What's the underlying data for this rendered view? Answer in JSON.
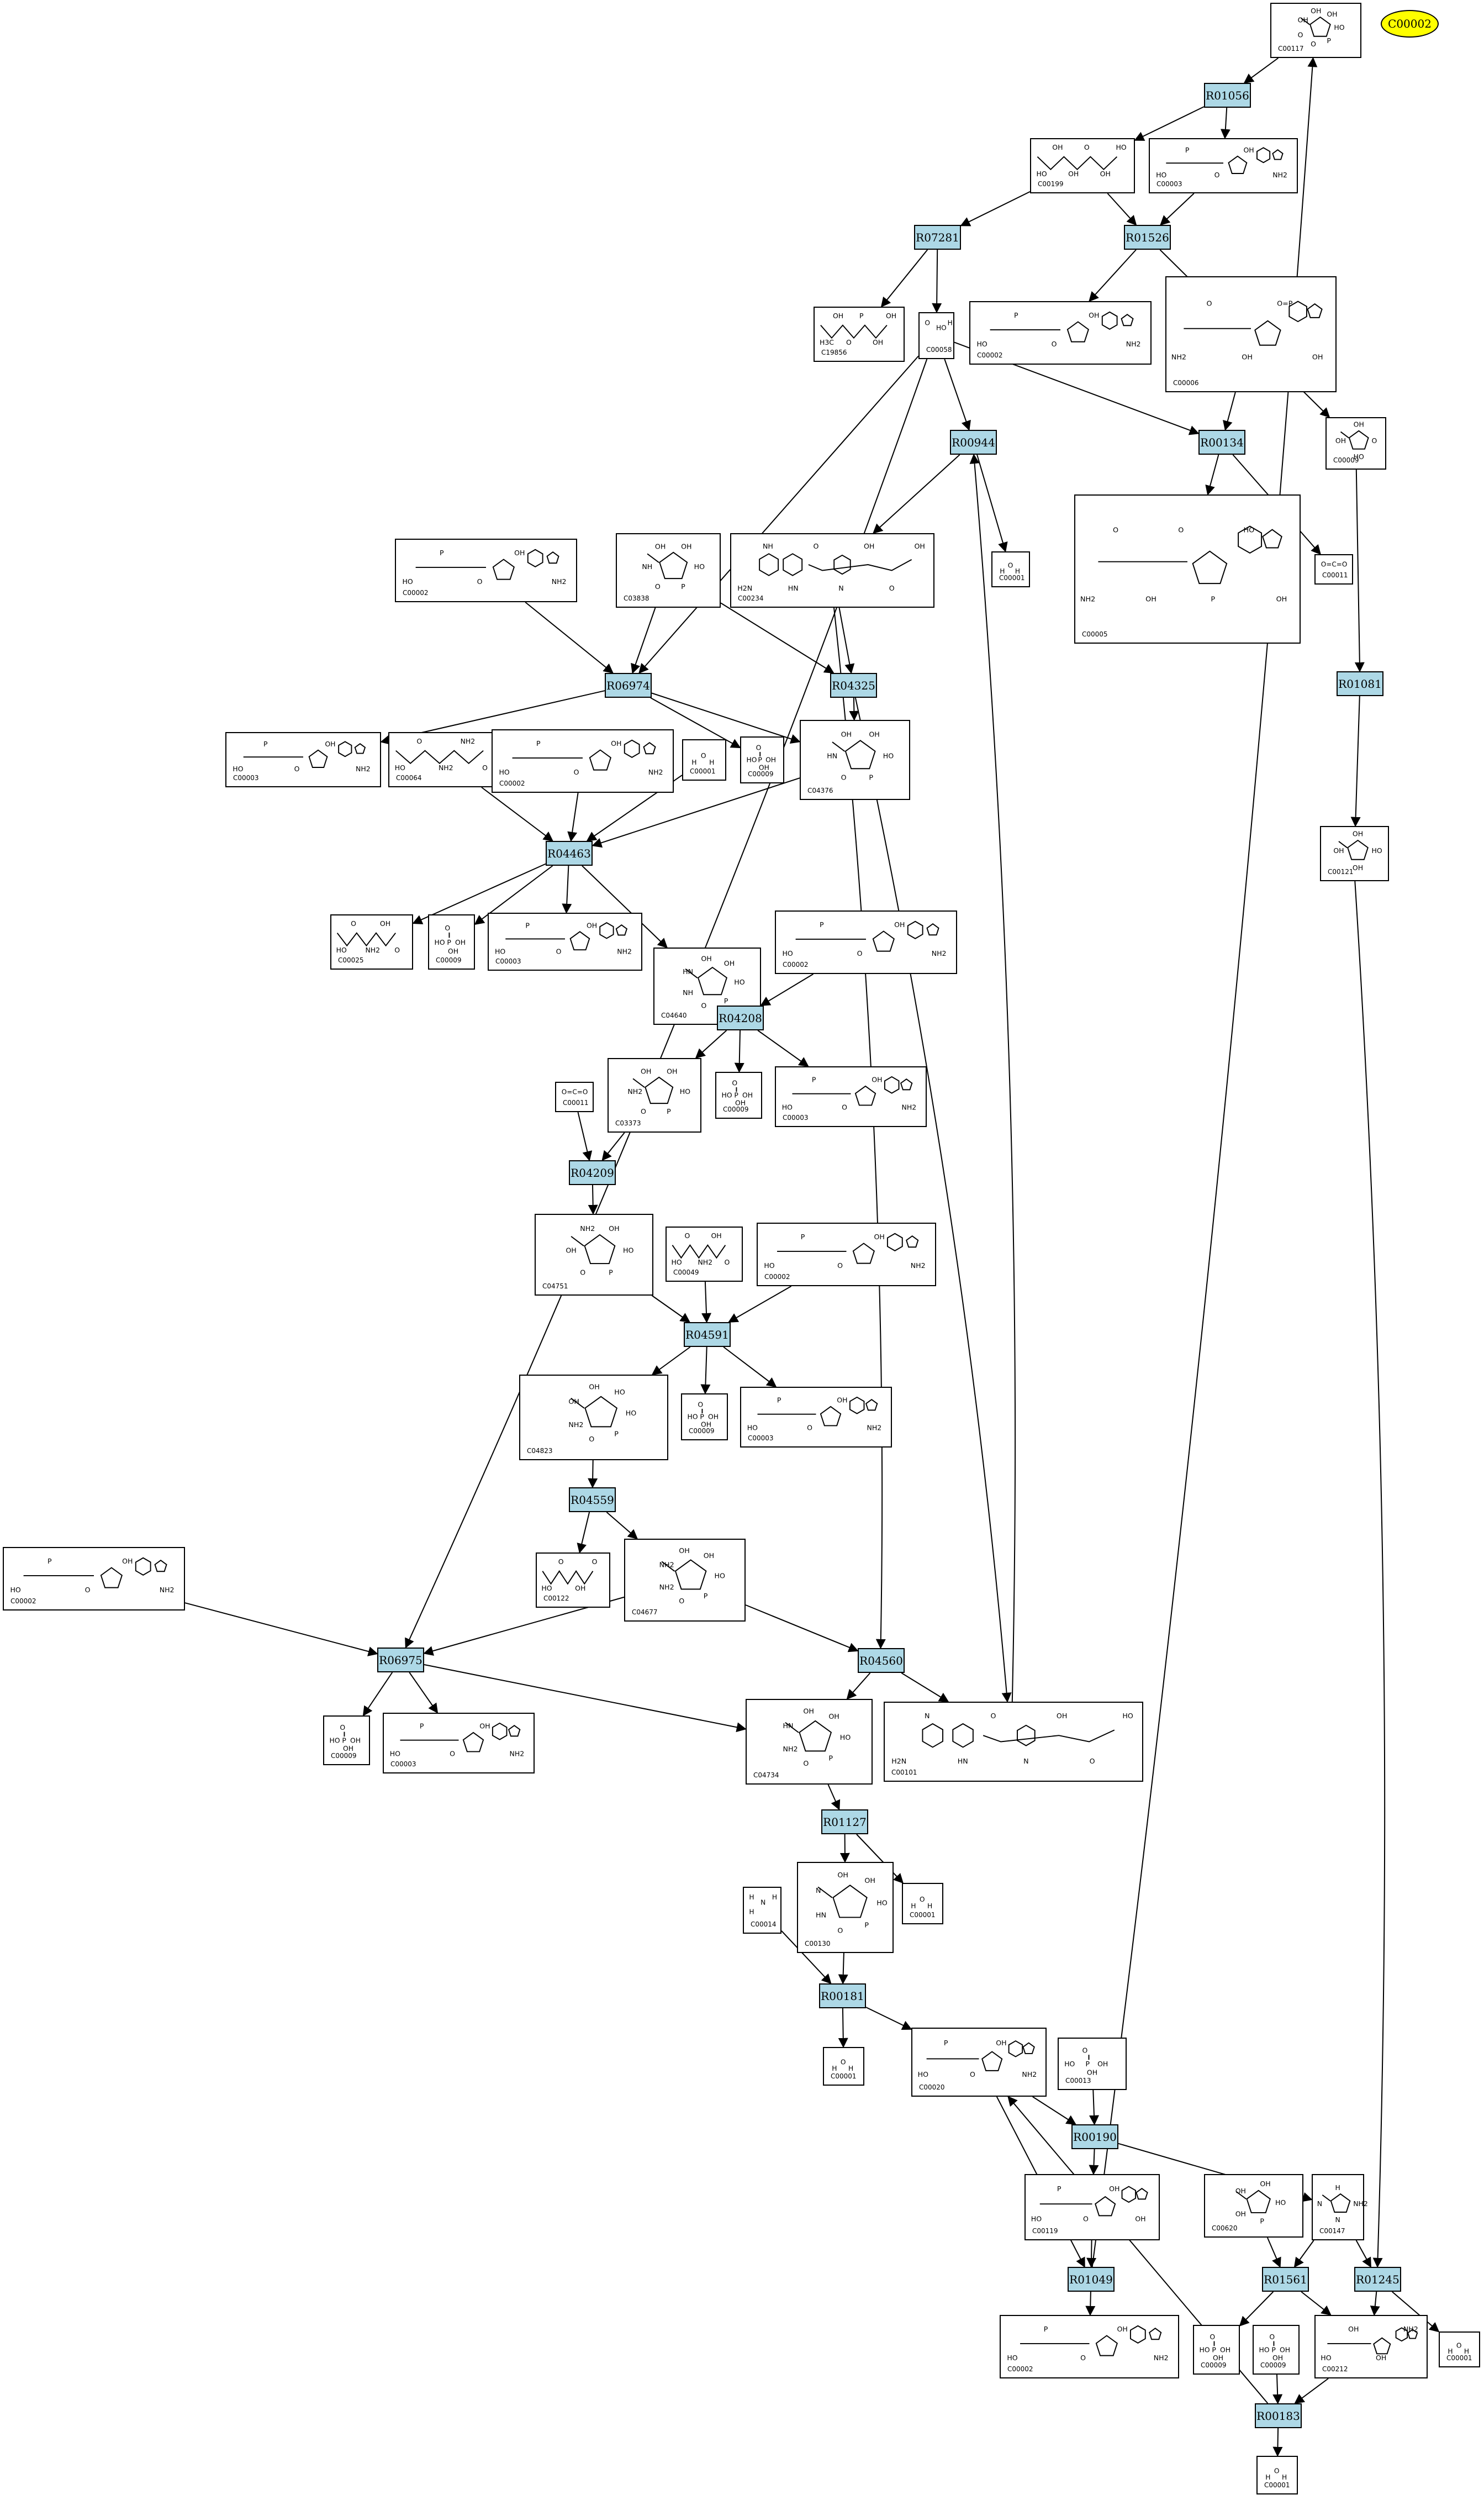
{
  "highlight": {
    "id": "C00002",
    "fill": "#ffff00"
  },
  "colors": {
    "reaction_fill": "#add8e6",
    "edge": "#000000"
  },
  "compounds": [
    {
      "key": "c00117",
      "id": "C00117",
      "type": "ring-phosphate",
      "labels": [
        "HO",
        "P",
        "O",
        "O",
        "OH",
        "OH",
        "OH"
      ]
    },
    {
      "key": "c00199",
      "id": "C00199",
      "type": "chain-phosphate",
      "labels": [
        "HO",
        "OH",
        "OH",
        "O",
        "OH",
        "HO"
      ]
    },
    {
      "key": "c00003_top",
      "id": "C00003",
      "type": "nucleotide",
      "labels": [
        "HO",
        "P",
        "O",
        "OH",
        "NH2"
      ]
    },
    {
      "key": "c19856",
      "id": "C19856",
      "type": "chain",
      "labels": [
        "H3C",
        "OH",
        "O",
        "P",
        "OH",
        "OH"
      ]
    },
    {
      "key": "c00058",
      "id": "C00058",
      "type": "small",
      "labels": [
        "O",
        "HO",
        "H"
      ]
    },
    {
      "key": "c00002_top",
      "id": "C00002",
      "type": "nucleotide-long",
      "labels": [
        "HO",
        "P",
        "O",
        "OH",
        "NH2"
      ]
    },
    {
      "key": "c00006",
      "id": "C00006",
      "type": "nadp",
      "labels": [
        "NH2",
        "O",
        "OH",
        "O=P",
        "OH"
      ]
    },
    {
      "key": "c00005",
      "id": "C00005",
      "type": "nadp-large",
      "labels": [
        "NH2",
        "O",
        "OH",
        "O",
        "P",
        "HO",
        "OH"
      ]
    },
    {
      "key": "c00009_r",
      "id": "C00009",
      "type": "ring",
      "labels": [
        "O",
        "HO",
        "OH",
        "OH"
      ]
    },
    {
      "key": "c00011_top",
      "id": "C00011",
      "type": "small",
      "labels": [
        "O=C=O"
      ]
    },
    {
      "key": "c00001_a",
      "id": "C00001",
      "type": "water",
      "labels": [
        "H",
        "O",
        "H"
      ]
    },
    {
      "key": "c00002_l",
      "id": "C00002",
      "type": "nucleotide",
      "labels": [
        "HO",
        "P",
        "O",
        "OH",
        "NH2"
      ]
    },
    {
      "key": "c03838",
      "id": "C03838",
      "type": "ring-phosphate",
      "labels": [
        "HO",
        "P",
        "O",
        "NH",
        "OH",
        "OH"
      ]
    },
    {
      "key": "c00234",
      "id": "C00234",
      "type": "folate",
      "labels": [
        "H2N",
        "NH",
        "HN",
        "O",
        "N",
        "OH",
        "O",
        "OH"
      ]
    },
    {
      "key": "c00003_m",
      "id": "C00003",
      "type": "nucleotide",
      "labels": [
        "HO",
        "P",
        "O",
        "OH",
        "NH2"
      ]
    },
    {
      "key": "c00064",
      "id": "C00064",
      "type": "chain",
      "labels": [
        "HO",
        "O",
        "NH2",
        "NH2",
        "O"
      ]
    },
    {
      "key": "c00002_m",
      "id": "C00002",
      "type": "nucleotide-long",
      "labels": [
        "HO",
        "P",
        "O",
        "OH",
        "NH2"
      ]
    },
    {
      "key": "c00001_b",
      "id": "C00001",
      "type": "water",
      "labels": [
        "H",
        "O",
        "H"
      ]
    },
    {
      "key": "c00009_a",
      "id": "C00009",
      "type": "phosphate",
      "labels": [
        "HO",
        "P",
        "OH",
        "OH"
      ]
    },
    {
      "key": "c04376",
      "id": "C04376",
      "type": "ring-phosphate",
      "labels": [
        "HO",
        "P",
        "O",
        "HN",
        "OH",
        "OH"
      ]
    },
    {
      "key": "c00121",
      "id": "C00121",
      "type": "ring",
      "labels": [
        "HO",
        "OH",
        "OH",
        "OH"
      ]
    },
    {
      "key": "c00025",
      "id": "C00025",
      "type": "chain",
      "labels": [
        "HO",
        "O",
        "NH2",
        "OH",
        "O"
      ]
    },
    {
      "key": "c00009_b",
      "id": "C00009",
      "type": "phosphate",
      "labels": [
        "HO",
        "P",
        "OH",
        "OH"
      ]
    },
    {
      "key": "c00003_b",
      "id": "C00003",
      "type": "nucleotide",
      "labels": [
        "HO",
        "P",
        "O",
        "OH",
        "NH2"
      ]
    },
    {
      "key": "c04640",
      "id": "C04640",
      "type": "ring-phosphate",
      "labels": [
        "HO",
        "P",
        "O",
        "NH",
        "HN",
        "OH",
        "OH"
      ]
    },
    {
      "key": "c00002_b",
      "id": "C00002",
      "type": "nucleotide-long",
      "labels": [
        "HO",
        "P",
        "O",
        "OH",
        "NH2"
      ]
    },
    {
      "key": "c00011_b",
      "id": "C00011",
      "type": "small",
      "labels": [
        "O=C=O"
      ]
    },
    {
      "key": "c03373",
      "id": "C03373",
      "type": "ring-phosphate",
      "labels": [
        "HO",
        "P",
        "O",
        "NH2",
        "OH",
        "OH"
      ]
    },
    {
      "key": "c00009_c",
      "id": "C00009",
      "type": "phosphate",
      "labels": [
        "HO",
        "P",
        "OH",
        "OH"
      ]
    },
    {
      "key": "c00003_c",
      "id": "C00003",
      "type": "nucleotide",
      "labels": [
        "HO",
        "P",
        "O",
        "OH",
        "NH2"
      ]
    },
    {
      "key": "c04751",
      "id": "C04751",
      "type": "ring-phosphate",
      "labels": [
        "HO",
        "P",
        "O",
        "OH",
        "NH2",
        "OH"
      ]
    },
    {
      "key": "c00049",
      "id": "C00049",
      "type": "chain",
      "labels": [
        "HO",
        "O",
        "NH2",
        "OH",
        "O"
      ]
    },
    {
      "key": "c00002_c",
      "id": "C00002",
      "type": "nucleotide-long",
      "labels": [
        "HO",
        "P",
        "O",
        "OH",
        "NH2"
      ]
    },
    {
      "key": "c04823",
      "id": "C04823",
      "type": "ring-phosphate",
      "labels": [
        "HO",
        "P",
        "O",
        "NH2",
        "OH",
        "OH",
        "HO"
      ]
    },
    {
      "key": "c00009_d",
      "id": "C00009",
      "type": "phosphate",
      "labels": [
        "HO",
        "P",
        "OH",
        "OH"
      ]
    },
    {
      "key": "c00003_d",
      "id": "C00003",
      "type": "nucleotide",
      "labels": [
        "HO",
        "P",
        "O",
        "OH",
        "NH2"
      ]
    },
    {
      "key": "c00122",
      "id": "C00122",
      "type": "chain",
      "labels": [
        "HO",
        "O",
        "OH",
        "O"
      ]
    },
    {
      "key": "c04677",
      "id": "C04677",
      "type": "ring-phosphate",
      "labels": [
        "HO",
        "P",
        "O",
        "NH2",
        "NH2",
        "OH",
        "OH"
      ]
    },
    {
      "key": "c00002_x",
      "id": "C00002",
      "type": "nucleotide-long",
      "labels": [
        "HO",
        "P",
        "O",
        "OH",
        "NH2"
      ]
    },
    {
      "key": "c00009_e",
      "id": "C00009",
      "type": "phosphate",
      "labels": [
        "HO",
        "P",
        "OH",
        "OH"
      ]
    },
    {
      "key": "c00003_e",
      "id": "C00003",
      "type": "nucleotide",
      "labels": [
        "HO",
        "P",
        "O",
        "OH",
        "NH2"
      ]
    },
    {
      "key": "c04734",
      "id": "C04734",
      "type": "ring-phosphate",
      "labels": [
        "HO",
        "P",
        "O",
        "NH2",
        "HN",
        "OH",
        "OH"
      ]
    },
    {
      "key": "c00101",
      "id": "C00101",
      "type": "folate",
      "labels": [
        "H2N",
        "N",
        "HN",
        "O",
        "N",
        "OH",
        "O",
        "HO"
      ]
    },
    {
      "key": "c00014",
      "id": "C00014",
      "type": "small",
      "labels": [
        "H",
        "N",
        "H",
        "H"
      ]
    },
    {
      "key": "c00130",
      "id": "C00130",
      "type": "ring-phosphate",
      "labels": [
        "HO",
        "P",
        "O",
        "HN",
        "N",
        "OH",
        "OH"
      ]
    },
    {
      "key": "c00001_c",
      "id": "C00001",
      "type": "water",
      "labels": [
        "H",
        "O",
        "H"
      ]
    },
    {
      "key": "c00001_d",
      "id": "C00001",
      "type": "water",
      "labels": [
        "H",
        "O",
        "H"
      ]
    },
    {
      "key": "c00020",
      "id": "C00020",
      "type": "nucleotide",
      "labels": [
        "HO",
        "P",
        "O",
        "OH",
        "NH2"
      ]
    },
    {
      "key": "c00013",
      "id": "C00013",
      "type": "phosphate",
      "labels": [
        "HO",
        "P",
        "OH",
        "OH"
      ]
    },
    {
      "key": "c00119",
      "id": "C00119",
      "type": "nucleotide",
      "labels": [
        "HO",
        "P",
        "O",
        "OH",
        "OH"
      ]
    },
    {
      "key": "c00620",
      "id": "C00620",
      "type": "ring-phosphate",
      "labels": [
        "HO",
        "P",
        "OH",
        "OH",
        "OH"
      ]
    },
    {
      "key": "c00147",
      "id": "C00147",
      "type": "ring",
      "labels": [
        "NH2",
        "N",
        "N",
        "H"
      ]
    },
    {
      "key": "c00002_bot",
      "id": "C00002",
      "type": "nucleotide-long",
      "labels": [
        "HO",
        "P",
        "O",
        "OH",
        "NH2"
      ]
    },
    {
      "key": "c00009_f",
      "id": "C00009",
      "type": "phosphate",
      "labels": [
        "HO",
        "P",
        "OH",
        "OH"
      ]
    },
    {
      "key": "c00009_g",
      "id": "C00009",
      "type": "phosphate",
      "labels": [
        "HO",
        "P",
        "OH",
        "OH"
      ]
    },
    {
      "key": "c00212",
      "id": "C00212",
      "type": "nucleotide",
      "labels": [
        "HO",
        "OH",
        "OH",
        "NH2"
      ]
    },
    {
      "key": "c00001_e",
      "id": "C00001",
      "type": "water",
      "labels": [
        "H",
        "O",
        "H"
      ]
    },
    {
      "key": "c00001_f",
      "id": "C00001",
      "type": "water",
      "labels": [
        "H",
        "O",
        "H"
      ]
    }
  ],
  "reactions": [
    {
      "key": "r01056",
      "id": "R01056"
    },
    {
      "key": "r07281",
      "id": "R07281"
    },
    {
      "key": "r01526",
      "id": "R01526"
    },
    {
      "key": "r00944",
      "id": "R00944"
    },
    {
      "key": "r00134",
      "id": "R00134"
    },
    {
      "key": "r06974",
      "id": "R06974"
    },
    {
      "key": "r04325",
      "id": "R04325"
    },
    {
      "key": "r01081",
      "id": "R01081"
    },
    {
      "key": "r04463",
      "id": "R04463"
    },
    {
      "key": "r04208",
      "id": "R04208"
    },
    {
      "key": "r04209",
      "id": "R04209"
    },
    {
      "key": "r04591",
      "id": "R04591"
    },
    {
      "key": "r04559",
      "id": "R04559"
    },
    {
      "key": "r06975",
      "id": "R06975"
    },
    {
      "key": "r04560",
      "id": "R04560"
    },
    {
      "key": "r01127",
      "id": "R01127"
    },
    {
      "key": "r00181",
      "id": "R00181"
    },
    {
      "key": "r00190",
      "id": "R00190"
    },
    {
      "key": "r01049",
      "id": "R01049"
    },
    {
      "key": "r01561",
      "id": "R01561"
    },
    {
      "key": "r01245",
      "id": "R01245"
    },
    {
      "key": "r00183",
      "id": "R00183"
    }
  ],
  "edges": [
    [
      "c00117",
      "r01056"
    ],
    [
      "r01056",
      "c00199"
    ],
    [
      "r01056",
      "c00003_top"
    ],
    [
      "c00199",
      "r07281"
    ],
    [
      "c00199",
      "r01526"
    ],
    [
      "c00003_top",
      "r01526"
    ],
    [
      "r07281",
      "c19856"
    ],
    [
      "r07281",
      "c00058"
    ],
    [
      "r01526",
      "c00002_top"
    ],
    [
      "r01526",
      "c00009_r"
    ],
    [
      "c00058",
      "r00944"
    ],
    [
      "c00058",
      "r00134"
    ],
    [
      "c00058",
      "r06974"
    ],
    [
      "c00058",
      "r06975"
    ],
    [
      "c00006",
      "r00134"
    ],
    [
      "r00134",
      "c00005"
    ],
    [
      "r00134",
      "c00011_top"
    ],
    [
      "r00944",
      "c00234"
    ],
    [
      "r00944",
      "c00001_a"
    ],
    [
      "c00002_l",
      "r06974"
    ],
    [
      "c03838",
      "r06974"
    ],
    [
      "c03838",
      "r04325"
    ],
    [
      "c00234",
      "r04325"
    ],
    [
      "c00234",
      "r04560"
    ],
    [
      "r06974",
      "c00003_m"
    ],
    [
      "r06974",
      "c00009_a"
    ],
    [
      "r06974",
      "c04376"
    ],
    [
      "r04325",
      "c04376"
    ],
    [
      "r04325",
      "c00101"
    ],
    [
      "c00009_r",
      "r01081"
    ],
    [
      "r01081",
      "c00121"
    ],
    [
      "c00121",
      "r01245"
    ],
    [
      "c00064",
      "r04463"
    ],
    [
      "c00002_m",
      "r04463"
    ],
    [
      "c00001_b",
      "r04463"
    ],
    [
      "c04376",
      "r04463"
    ],
    [
      "r04463",
      "c00025"
    ],
    [
      "r04463",
      "c00009_b"
    ],
    [
      "r04463",
      "c00003_b"
    ],
    [
      "r04463",
      "c04640"
    ],
    [
      "c04640",
      "r04208"
    ],
    [
      "c00002_b",
      "r04208"
    ],
    [
      "r04208",
      "c03373"
    ],
    [
      "r04208",
      "c00009_c"
    ],
    [
      "r04208",
      "c00003_c"
    ],
    [
      "c00011_b",
      "r04209"
    ],
    [
      "c03373",
      "r04209"
    ],
    [
      "r04209",
      "c04751"
    ],
    [
      "c04751",
      "r04591"
    ],
    [
      "c00049",
      "r04591"
    ],
    [
      "c00002_c",
      "r04591"
    ],
    [
      "r04591",
      "c04823"
    ],
    [
      "r04591",
      "c00009_d"
    ],
    [
      "r04591",
      "c00003_d"
    ],
    [
      "c04823",
      "r04559"
    ],
    [
      "r04559",
      "c00122"
    ],
    [
      "r04559",
      "c04677"
    ],
    [
      "c00002_x",
      "r06975"
    ],
    [
      "c04677",
      "r06975"
    ],
    [
      "c04677",
      "r04560"
    ],
    [
      "r06975",
      "c00009_e"
    ],
    [
      "r06975",
      "c00003_e"
    ],
    [
      "r06975",
      "c04734"
    ],
    [
      "r04560",
      "c04734"
    ],
    [
      "r04560",
      "c00101"
    ],
    [
      "c00101",
      "r00944"
    ],
    [
      "c04734",
      "r01127"
    ],
    [
      "r01127",
      "c00130"
    ],
    [
      "r01127",
      "c00001_c"
    ],
    [
      "c00014",
      "r00181"
    ],
    [
      "c00130",
      "r00181"
    ],
    [
      "r00181",
      "c00001_d"
    ],
    [
      "r00181",
      "c00020"
    ],
    [
      "c00020",
      "r00190"
    ],
    [
      "c00013",
      "r00190"
    ],
    [
      "c00020",
      "r01049"
    ],
    [
      "r00190",
      "c00119"
    ],
    [
      "r00190",
      "c00147"
    ],
    [
      "c00119",
      "r01049"
    ],
    [
      "r01049",
      "c00002_bot"
    ],
    [
      "r01049",
      "c00117"
    ],
    [
      "c00620",
      "r01561"
    ],
    [
      "c00147",
      "r01561"
    ],
    [
      "c00147",
      "r01245"
    ],
    [
      "r01561",
      "c00009_f"
    ],
    [
      "r01561",
      "c00212"
    ],
    [
      "r01245",
      "c00212"
    ],
    [
      "r01245",
      "c00001_e"
    ],
    [
      "c00009_g",
      "r00183"
    ],
    [
      "c00212",
      "r00183"
    ],
    [
      "r00183",
      "c00020"
    ],
    [
      "r00183",
      "c00001_f"
    ]
  ]
}
